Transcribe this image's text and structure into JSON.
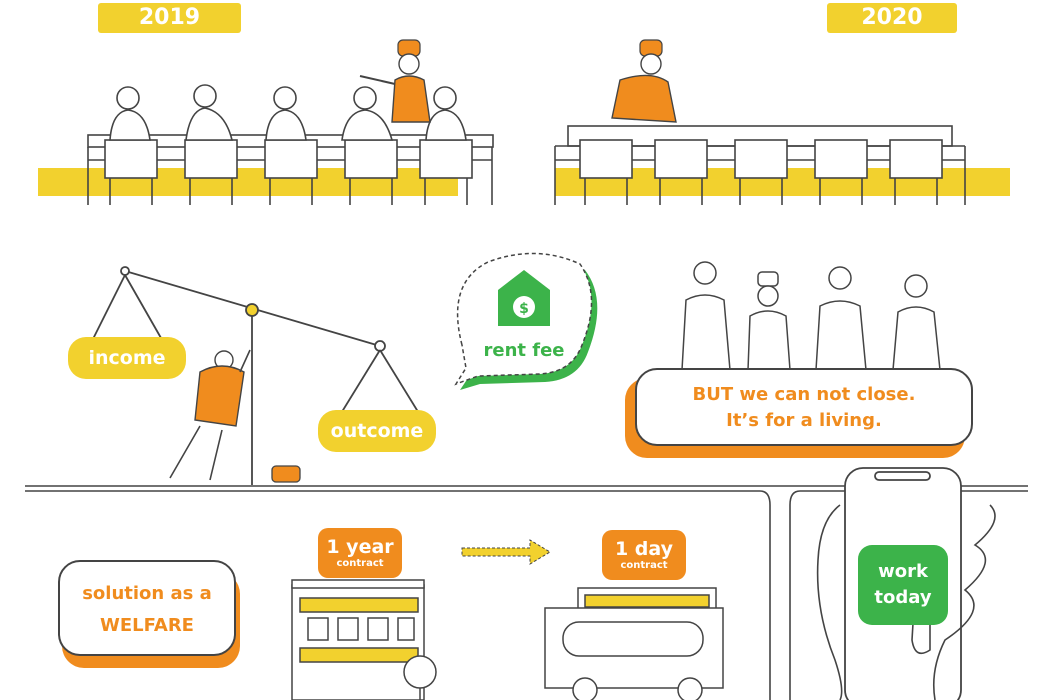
{
  "years": {
    "left": "2019",
    "right": "2020"
  },
  "scale": {
    "income": "income",
    "outcome": "outcome"
  },
  "rent_bubble": {
    "label": "rent fee",
    "icon": "dollar-house-icon"
  },
  "staff_card": {
    "line1": "BUT we can not close.",
    "line2": "It’s for a living."
  },
  "solution_card": {
    "line1": "solution as a",
    "line2": "WELFARE"
  },
  "contracts": {
    "year": {
      "big": "1 year",
      "small": "contract"
    },
    "day": {
      "big": "1 day",
      "small": "contract"
    }
  },
  "phone": {
    "line1": "work",
    "line2": "today"
  },
  "colors": {
    "yellow": "#f2d12e",
    "orange": "#f08c1e",
    "green": "#3cb34a",
    "ink": "#444444"
  }
}
